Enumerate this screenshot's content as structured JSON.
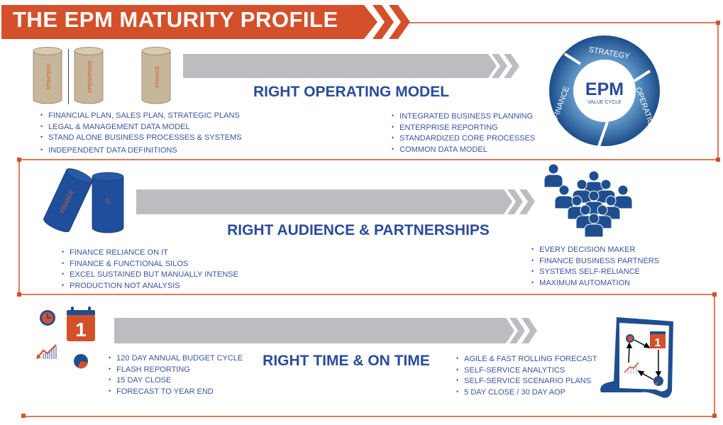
{
  "title": "THE EPM MATURITY PROFILE",
  "colors": {
    "accent_orange": "#d4502a",
    "brand_blue": "#1f4e8f",
    "text_blue": "#3a55a3",
    "arrow_gray": "#bcbdc0",
    "cylinder_tan": "#c7b79a"
  },
  "sections": [
    {
      "heading": "RIGHT OPERATING MODEL",
      "left_icons": {
        "cylinders": [
          "STRATEGY",
          "OPERATIONS",
          "FINANCE"
        ]
      },
      "left_bullets": [
        "FINANCIAL PLAN, SALES PLAN, STRATEGIC PLANS",
        "LEGAL & MANAGEMENT DATA MODEL",
        "STAND ALONE BUSINESS PROCESSES & SYSTEMS",
        "INDEPENDENT DATA DEFINITIONS"
      ],
      "right_bullets": [
        "INTEGRATED BUSINESS PLANNING",
        "ENTERPRISE REPORTING",
        "STANDARDIZED CORE PROCESSES",
        "COMMON DATA MODEL"
      ],
      "cycle": {
        "center": "EPM",
        "subtitle": "VALUE CYCLE",
        "segments": [
          "STRATEGY",
          "OPERATIONS",
          "FINANCE"
        ]
      }
    },
    {
      "heading": "RIGHT AUDIENCE & PARTNERSHIPS",
      "left_icons": {
        "cylinders": [
          "FINANCE",
          "IT"
        ]
      },
      "left_bullets": [
        "FINANCE RELIANCE ON IT",
        "FINANCE & FUNCTIONAL SILOS",
        "EXCEL SUSTAINED BUT MANUALLY INTENSE",
        "PRODUCTION NOT ANALYSIS"
      ],
      "right_bullets": [
        "EVERY DECISION MAKER",
        "FINANCE BUSINESS PARTNERS",
        "SYSTEMS SELF-RELIANCE",
        "MAXIMUM AUTOMATION"
      ],
      "right_icon": "people-group-icon"
    },
    {
      "heading": "RIGHT TIME & ON TIME",
      "left_icons": {
        "calendar_day": "1",
        "icons": [
          "clock-icon",
          "calendar-icon",
          "trend-chart-icon",
          "pie-chart-icon"
        ]
      },
      "left_bullets": [
        "120 DAY ANNUAL BUDGET CYCLE",
        "FLASH REPORTING",
        "15 DAY CLOSE",
        "FORECAST TO YEAR END"
      ],
      "right_bullets": [
        "AGILE & FAST ROLLING FORECAST",
        "SELF-SERVICE ANALYTICS",
        "SELF-SERVICE SCENARIO PLANS",
        "5 DAY CLOSE / 30 DAY AOP"
      ],
      "right_icon": "cycle-document-icon"
    }
  ]
}
